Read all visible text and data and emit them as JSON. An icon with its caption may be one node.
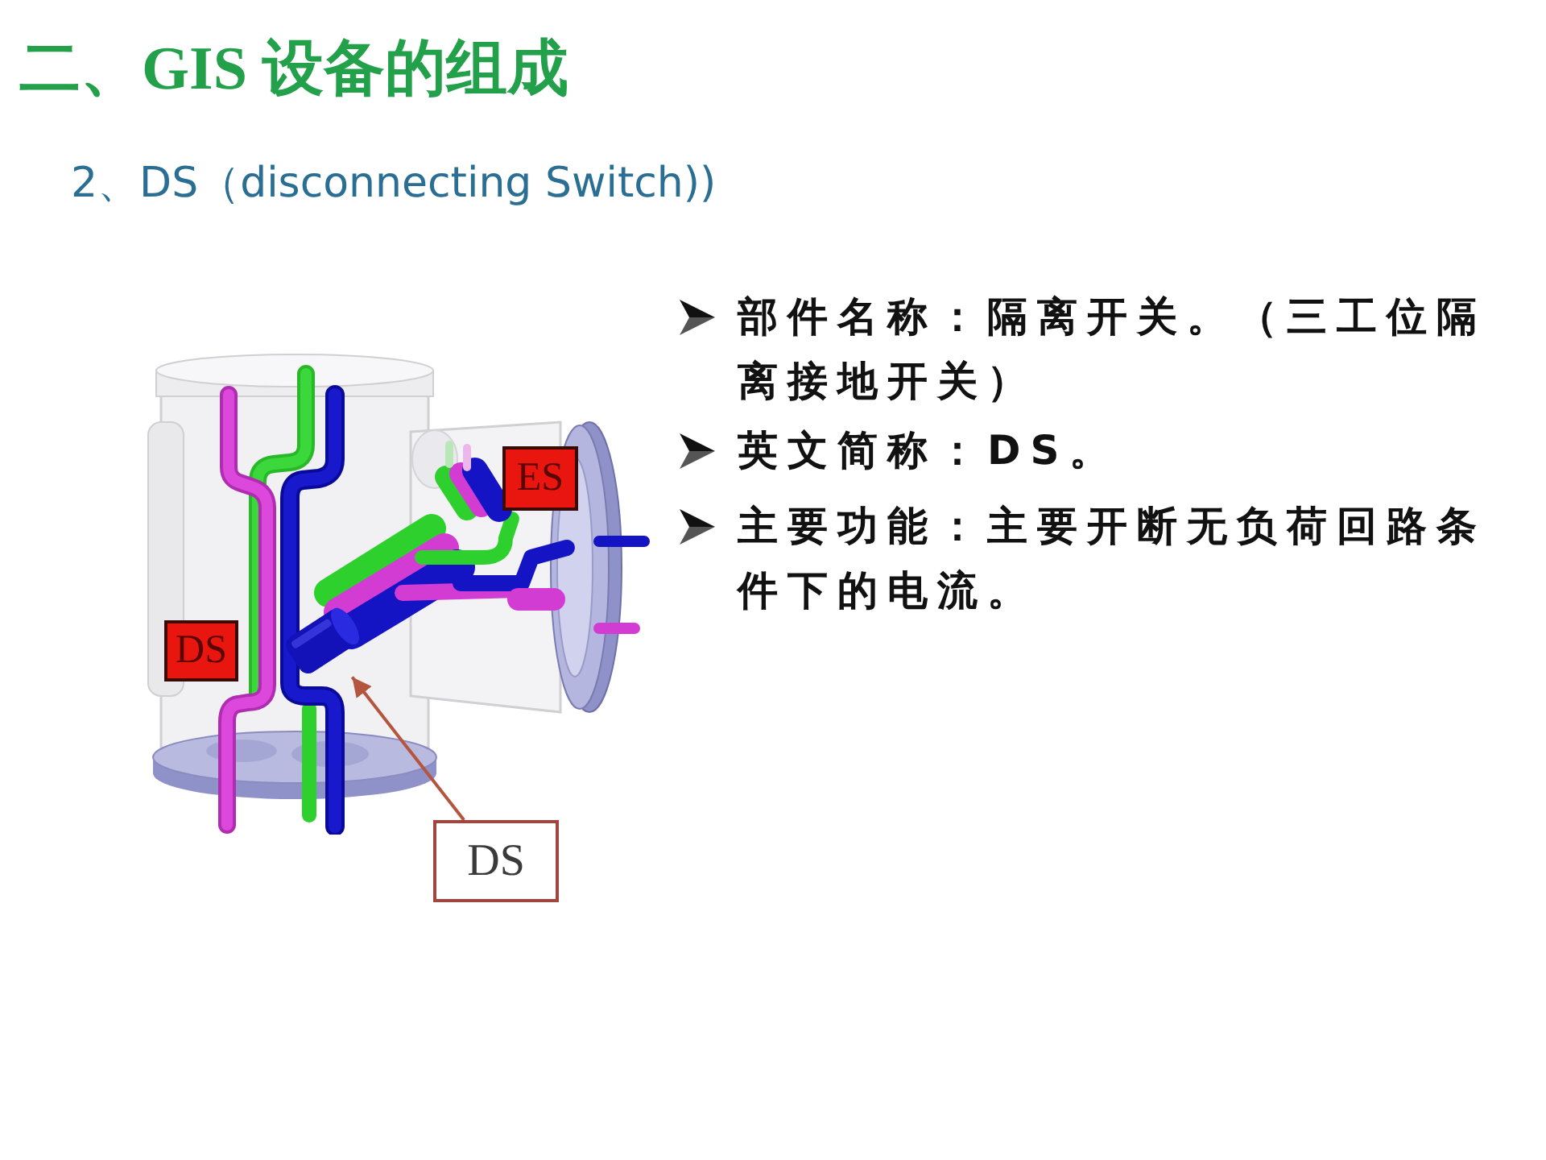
{
  "diagram": {
    "title": "二、GIS 设备的组成",
    "nodes": [
      {
        "text": [
          "DS"
        ]
      },
      {
        "text": [
          "ES"
        ]
      },
      {
        "text": [
          "DS"
        ]
      },
      {
        "text": [],
        "shape": "cylinder"
      }
    ],
    "edges": [
      {
        "from": 2,
        "to": 3,
        "arrow": "to"
      }
    ],
    "labels": [
      "2、DS（disconnecting Switch))",
      "部件名称：隔离开关。（三工位隔离接地开关）",
      "英文简称：DS。",
      "主要功能：主要开断无负荷回路条件下的电流。"
    ]
  }
}
